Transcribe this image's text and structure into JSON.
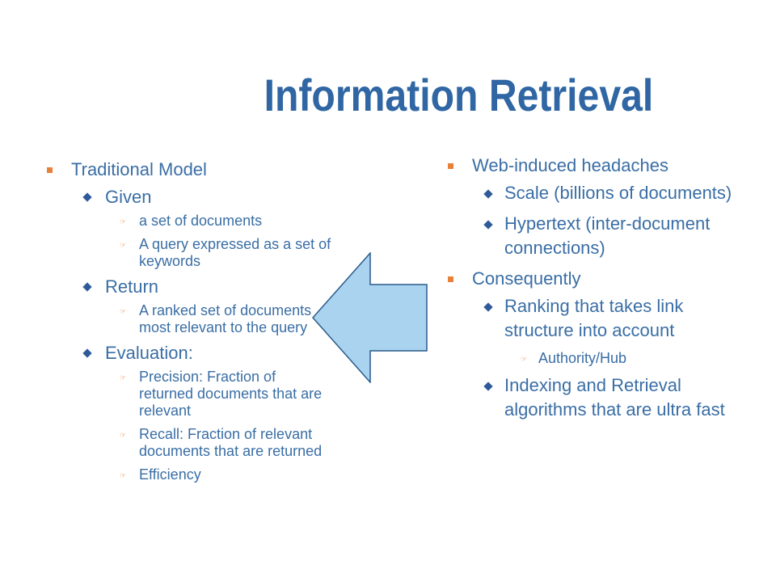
{
  "slide": {
    "title": "Information Retrieval",
    "left": {
      "l1": "Traditional Model",
      "given": "Given",
      "given_1": "a set of documents",
      "given_2": "A query expressed as a set of  keywords",
      "return": "Return",
      "return_1": "A ranked set of documents most relevant to the query",
      "evaluation": "Evaluation:",
      "eval_1": "Precision: Fraction of returned documents that are relevant",
      "eval_2": "Recall: Fraction of relevant documents that are returned",
      "eval_3": "Efficiency"
    },
    "right": {
      "l1": "Web-induced headaches",
      "scale": "Scale (billions of documents)",
      "hypertext": "Hypertext (inter-document connections)",
      "consequently": "Consequently",
      "ranking": "Ranking that takes link structure into account",
      "authority": "Authority/Hub",
      "indexing": "Indexing and Retrieval algorithms that are ultra fast"
    },
    "colors": {
      "text": "#3a6ea5",
      "title": "#2f66a3",
      "bullet_square": "#e8823a",
      "bullet_diamond": "#2f5a9a",
      "arrow_fill": "#a9d3ee",
      "arrow_stroke": "#2b5b8c"
    },
    "icons": [
      "square-bullet-icon",
      "diamond-bullet-icon",
      "pointing-hand-icon",
      "left-arrow-icon"
    ]
  }
}
